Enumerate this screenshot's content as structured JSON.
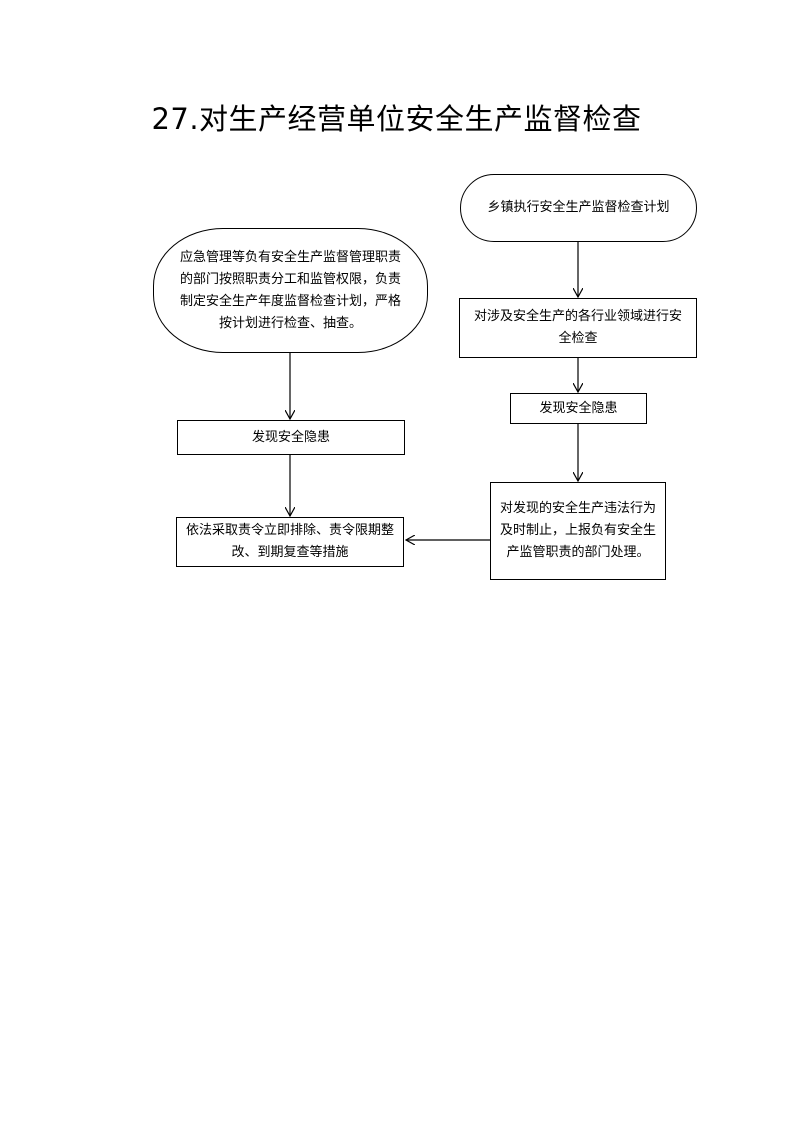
{
  "title": "27.对生产经营单位安全生产监督检查",
  "nodes": {
    "plan_town": "乡镇执行安全生产监督检查计划",
    "plan_dept": "应急管理等负有安全生产监督管理职责的部门按照职责分工和监管权限，负责制定安全生产年度监督检查计划，严格按计划进行检查、抽查。",
    "inspect_industries": "对涉及安全生产的各行业领域进行安全检查",
    "find_hazard_right": "发现安全隐患",
    "find_hazard_left": "发现安全隐患",
    "stop_violation": "对发现的安全生产违法行为及时制止，上报负有安全生产监管职责的部门处理。",
    "measures": "依法采取责令立即排除、责令限期整改、到期复查等措施"
  }
}
